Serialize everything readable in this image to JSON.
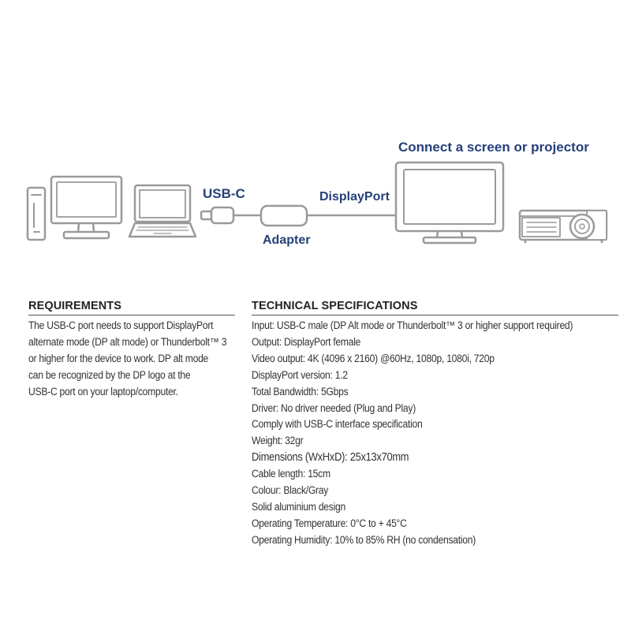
{
  "diagram": {
    "connect_label": "Connect a screen or projector",
    "usbc_label": "USB-C",
    "displayport_label": "DisplayPort",
    "adapter_label": "Adapter",
    "colors": {
      "label_blue": "#25407a",
      "device_gray": "#9a9a9a",
      "device_fill": "#ffffff"
    },
    "icons": [
      "desktop-tower-icon",
      "monitor-icon",
      "laptop-icon",
      "usbc-plug-icon",
      "adapter-icon",
      "large-monitor-icon",
      "projector-icon"
    ]
  },
  "requirements": {
    "heading": "REQUIREMENTS",
    "lines": [
      "The USB-C port needs to support DisplayPort",
      "alternate mode (DP alt mode) or Thunderbolt™ 3",
      "or higher for the device to work. DP alt mode",
      "can be recognized by the DP logo at the",
      "USB-C port on your laptop/computer."
    ]
  },
  "specs": {
    "heading": "TECHNICAL SPECIFICATIONS",
    "lines": [
      "Input: USB-C male (DP Alt mode or Thunderbolt™ 3 or higher support required)",
      "Output: DisplayPort female",
      "Video output: 4K (4096 x 2160) @60Hz, 1080p, 1080i, 720p",
      "DisplayPort version: 1.2",
      "Total Bandwidth: 5Gbps",
      "Driver: No driver needed (Plug and Play)",
      "Comply with USB-C interface specification",
      "Weight: 32gr",
      "Dimensions (WxHxD): 25x13x70mm",
      "Cable length: 15cm",
      "Colour: Black/Gray",
      "Solid aluminium design",
      "Operating Temperature: 0°C to + 45°C",
      "Operating Humidity: 10% to 85% RH (no condensation)"
    ]
  }
}
